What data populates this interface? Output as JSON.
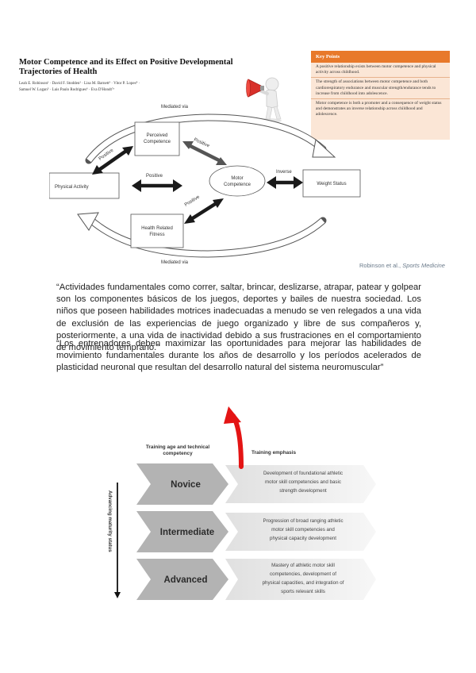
{
  "paper": {
    "title_line1": "Motor Competence and its Effect on Positive Developmental",
    "title_line2": "Trajectories of Health",
    "authors_line1": "Leah E. Robinson¹ · David F. Stodden² · Lisa M. Barnett³ · Vitor P. Lopes⁴ ·",
    "authors_line2": "Samuel W. Logan⁵ · Luis Paulo Rodrigues⁶ · Eva D'Hondt⁷ʸ"
  },
  "key_points": {
    "header": "Key Points",
    "items": [
      "A positive relationship exists between motor competence and physical activity across childhood.",
      "The strength of associations between motor competence and both cardiorespiratory endurance and muscular strength/endurance tends to increase from childhood into adolescence.",
      "Motor competence is both a promoter and a consequence of weight status and demonstrates an inverse relationship across childhood and adolescence."
    ]
  },
  "diagram": {
    "mediated_top": "Mediated via",
    "mediated_bottom": "Mediated via",
    "physical_activity": "Physical Activity",
    "perceived_line1": "Perceived",
    "perceived_line2": "Competence",
    "health_line1": "Health Related",
    "health_line2": "Fitness",
    "motor_line1": "Motor",
    "motor_line2": "Competence",
    "weight_status": "Weight Status",
    "positive_label": "Positive",
    "inverse_label": "Inverse",
    "credit_prefix": "Robinson et al., ",
    "credit_journal": "Sports Medicine",
    "colors": {
      "arrow": "#1a1a1a",
      "curve": "#ffffff",
      "outline": "#555555",
      "megaphone": "#d8302a"
    }
  },
  "quotes": {
    "quote1": "“Actividades fundamentales como correr, saltar, brincar, deslizarse, atrapar, patear y golpear son los componentes básicos de los juegos, deportes y bailes de nuestra sociedad. Los niños que poseen habilidades motrices inadecuadas a menudo se ven relegados a una vida de exclusión de las experiencias de juego organizado y libre de sus compañeros y, posteriormente, a una vida de inactividad debido a sus frustraciones en el comportamiento de movimiento temprano.”",
    "quote2": "“Los entrenadores deben maximizar las oportunidades para mejorar las habilidades de movimiento fundamentales durante los años de desarrollo y los períodos acelerados de plasticidad neuronal que resultan del desarrollo natural del sistema neuromuscular”"
  },
  "training": {
    "col_head_left_line1": "Training age and technical",
    "col_head_left_line2": "competency",
    "col_head_right": "Training emphasis",
    "axis_label": "Advancing maturity status",
    "levels": [
      {
        "label": "Novice",
        "emphasis": [
          "Development of foundational athletic",
          "motor skill competencies and basic",
          "strength development"
        ]
      },
      {
        "label": "Intermediate",
        "emphasis": [
          "Progression of broad ranging athletic",
          "motor skill competencies and",
          "physical capacity development"
        ]
      },
      {
        "label": "Advanced",
        "emphasis": [
          "Mastery of athletic motor skill",
          "competencies, development of",
          "physical capacities, and integration of",
          "sports relevant skills"
        ]
      }
    ],
    "colors": {
      "chevron": "#b3b3b3",
      "emphasis_fill": "#ececec",
      "red_arrow": "#e41414"
    }
  }
}
